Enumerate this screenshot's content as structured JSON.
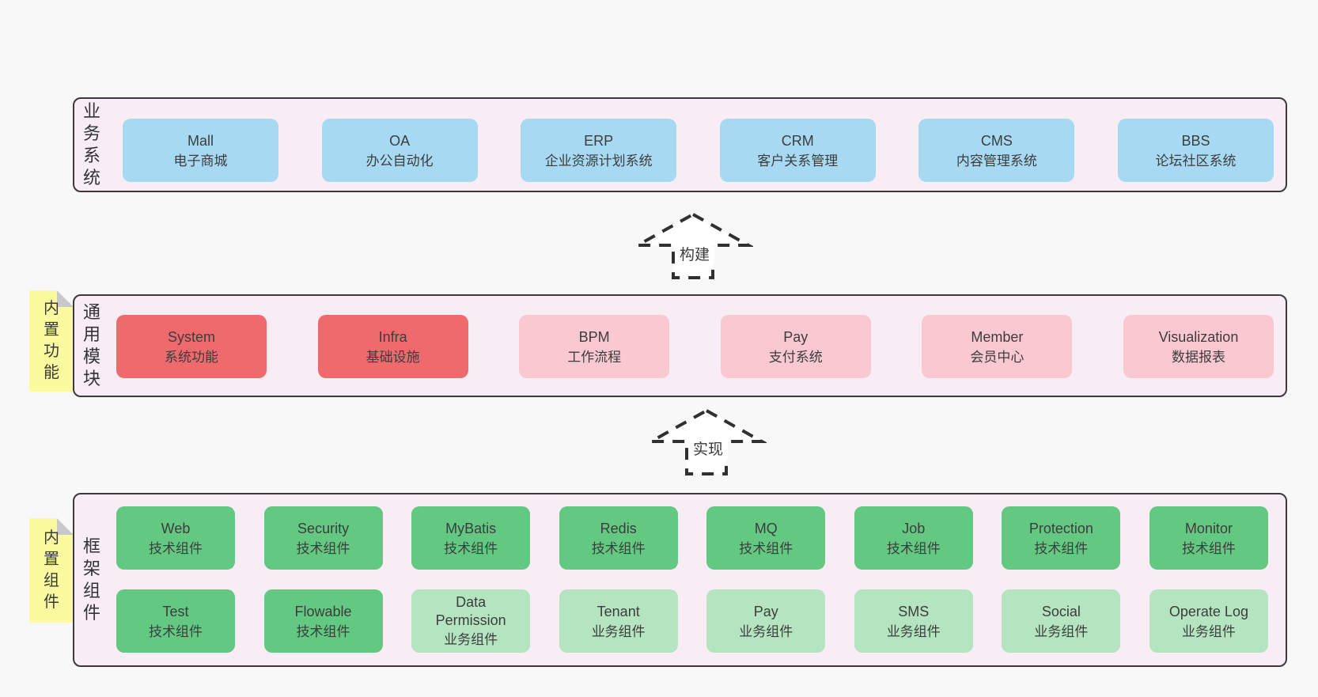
{
  "diagram": {
    "colors": {
      "page_background": "#f8f8f8",
      "panel_background": "#f8edf5",
      "panel_border": "#3d3a3c",
      "box_blue": "#a7d9f3",
      "box_red": "#ee6a6d",
      "box_pink": "#f9c8d1",
      "box_green_dark": "#63c881",
      "box_green_light": "#b4e5c0",
      "note_yellow": "#fcfa9e",
      "note_fold_gray": "#c9c9c9",
      "arrow_stroke": "#303030",
      "text": "#3d3d3d"
    },
    "layers": [
      {
        "label": "业务系统",
        "boxes": [
          {
            "title": "Mall",
            "subtitle": "电子商城"
          },
          {
            "title": "OA",
            "subtitle": "办公自动化"
          },
          {
            "title": "ERP",
            "subtitle": "企业资源计划系统"
          },
          {
            "title": "CRM",
            "subtitle": "客户关系管理"
          },
          {
            "title": "CMS",
            "subtitle": "内容管理系统"
          },
          {
            "title": "BBS",
            "subtitle": "论坛社区系统"
          }
        ]
      },
      {
        "label": "通用模块",
        "note": "内置功能",
        "boxes": [
          {
            "title": "System",
            "subtitle": "系统功能"
          },
          {
            "title": "Infra",
            "subtitle": "基础设施"
          },
          {
            "title": "BPM",
            "subtitle": "工作流程"
          },
          {
            "title": "Pay",
            "subtitle": "支付系统"
          },
          {
            "title": "Member",
            "subtitle": "会员中心"
          },
          {
            "title": "Visualization",
            "subtitle": "数据报表"
          }
        ]
      },
      {
        "label": "框架组件",
        "note": "内置组件",
        "rows": [
          [
            {
              "title": "Web",
              "subtitle": "技术组件"
            },
            {
              "title": "Security",
              "subtitle": "技术组件"
            },
            {
              "title": "MyBatis",
              "subtitle": "技术组件"
            },
            {
              "title": "Redis",
              "subtitle": "技术组件"
            },
            {
              "title": "MQ",
              "subtitle": "技术组件"
            },
            {
              "title": "Job",
              "subtitle": "技术组件"
            },
            {
              "title": "Protection",
              "subtitle": "技术组件"
            },
            {
              "title": "Monitor",
              "subtitle": "技术组件"
            }
          ],
          [
            {
              "title": "Test",
              "subtitle": "技术组件"
            },
            {
              "title": "Flowable",
              "subtitle": "技术组件"
            },
            {
              "title": "Data Permission",
              "subtitle": "业务组件"
            },
            {
              "title": "Tenant",
              "subtitle": "业务组件"
            },
            {
              "title": "Pay",
              "subtitle": "业务组件"
            },
            {
              "title": "SMS",
              "subtitle": "业务组件"
            },
            {
              "title": "Social",
              "subtitle": "业务组件"
            },
            {
              "title": "Operate Log",
              "subtitle": "业务组件"
            }
          ]
        ]
      }
    ],
    "arrows": [
      {
        "label": "构建"
      },
      {
        "label": "实现"
      }
    ]
  }
}
